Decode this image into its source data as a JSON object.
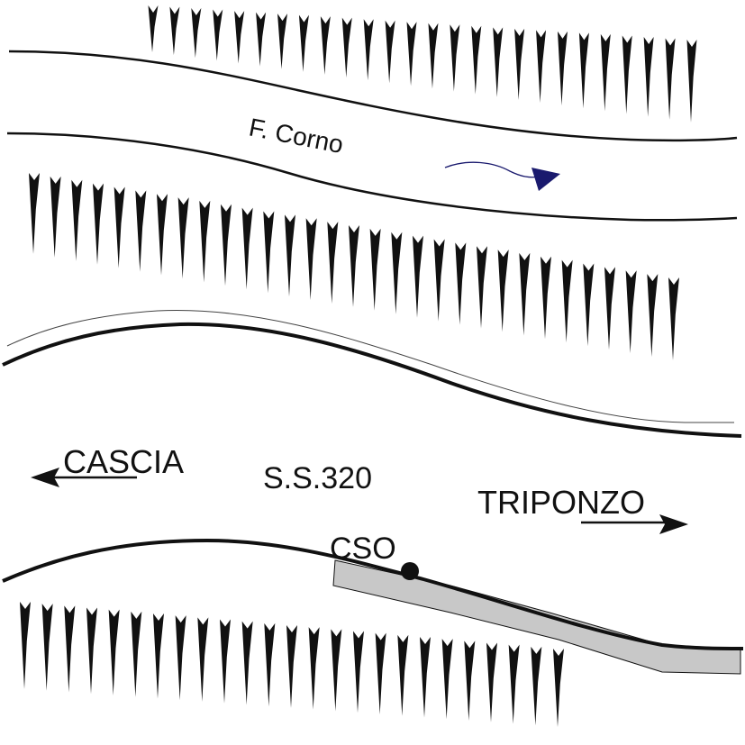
{
  "river": {
    "name": "F. Corno",
    "flow_arrow_color": "#1a1a6e"
  },
  "road": {
    "code": "S.S.320",
    "left_destination": "CASCIA",
    "right_destination": "TRIPONZO",
    "measurement_point": "CSO"
  },
  "colors": {
    "ink": "#111111",
    "retaining_wall": "#c8c8c8",
    "paper": "#ffffff"
  }
}
